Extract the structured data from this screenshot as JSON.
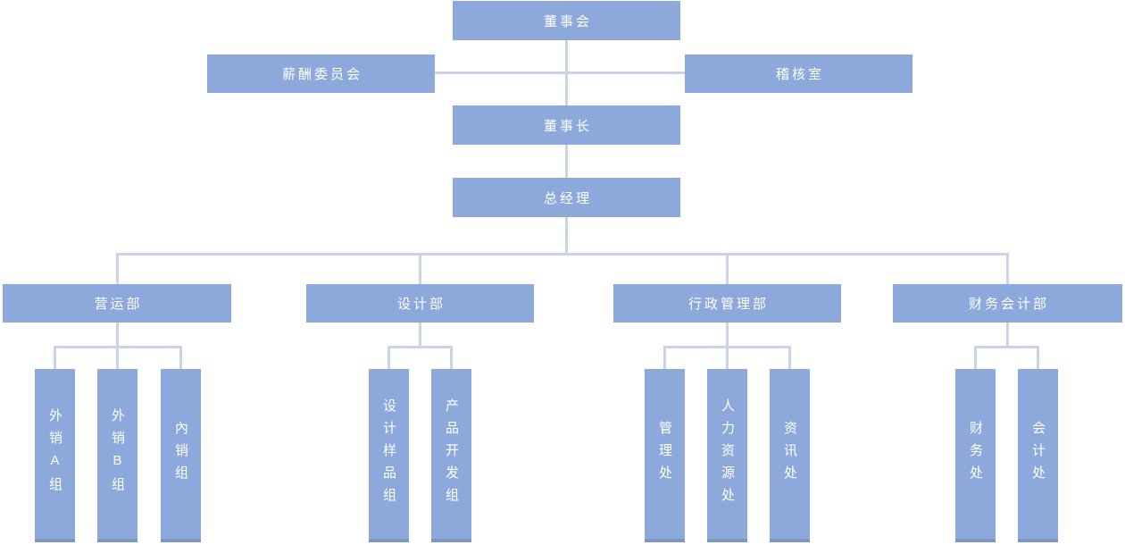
{
  "theme": {
    "box_fill": "#8DA8DB",
    "box_text": "#FFFFFF",
    "box_edge": "#7E97C9",
    "connector_color": "#CBD3E7"
  },
  "org": {
    "root": {
      "label": "董事会"
    },
    "committees": [
      {
        "label": "薪酬委员会"
      },
      {
        "label": "稽核室"
      }
    ],
    "chairman": {
      "label": "董事长"
    },
    "general_manager": {
      "label": "总经理"
    },
    "departments": [
      {
        "label": "营运部",
        "children": [
          "外销A组",
          "外销B组",
          "內销组"
        ]
      },
      {
        "label": "设计部",
        "children": [
          "设计样品组",
          "产品开发组"
        ]
      },
      {
        "label": "行政管理部",
        "children": [
          "管理处",
          "人力资源处",
          "资讯处"
        ]
      },
      {
        "label": "财务会计部",
        "children": [
          "财务处",
          "会计处"
        ]
      }
    ]
  }
}
